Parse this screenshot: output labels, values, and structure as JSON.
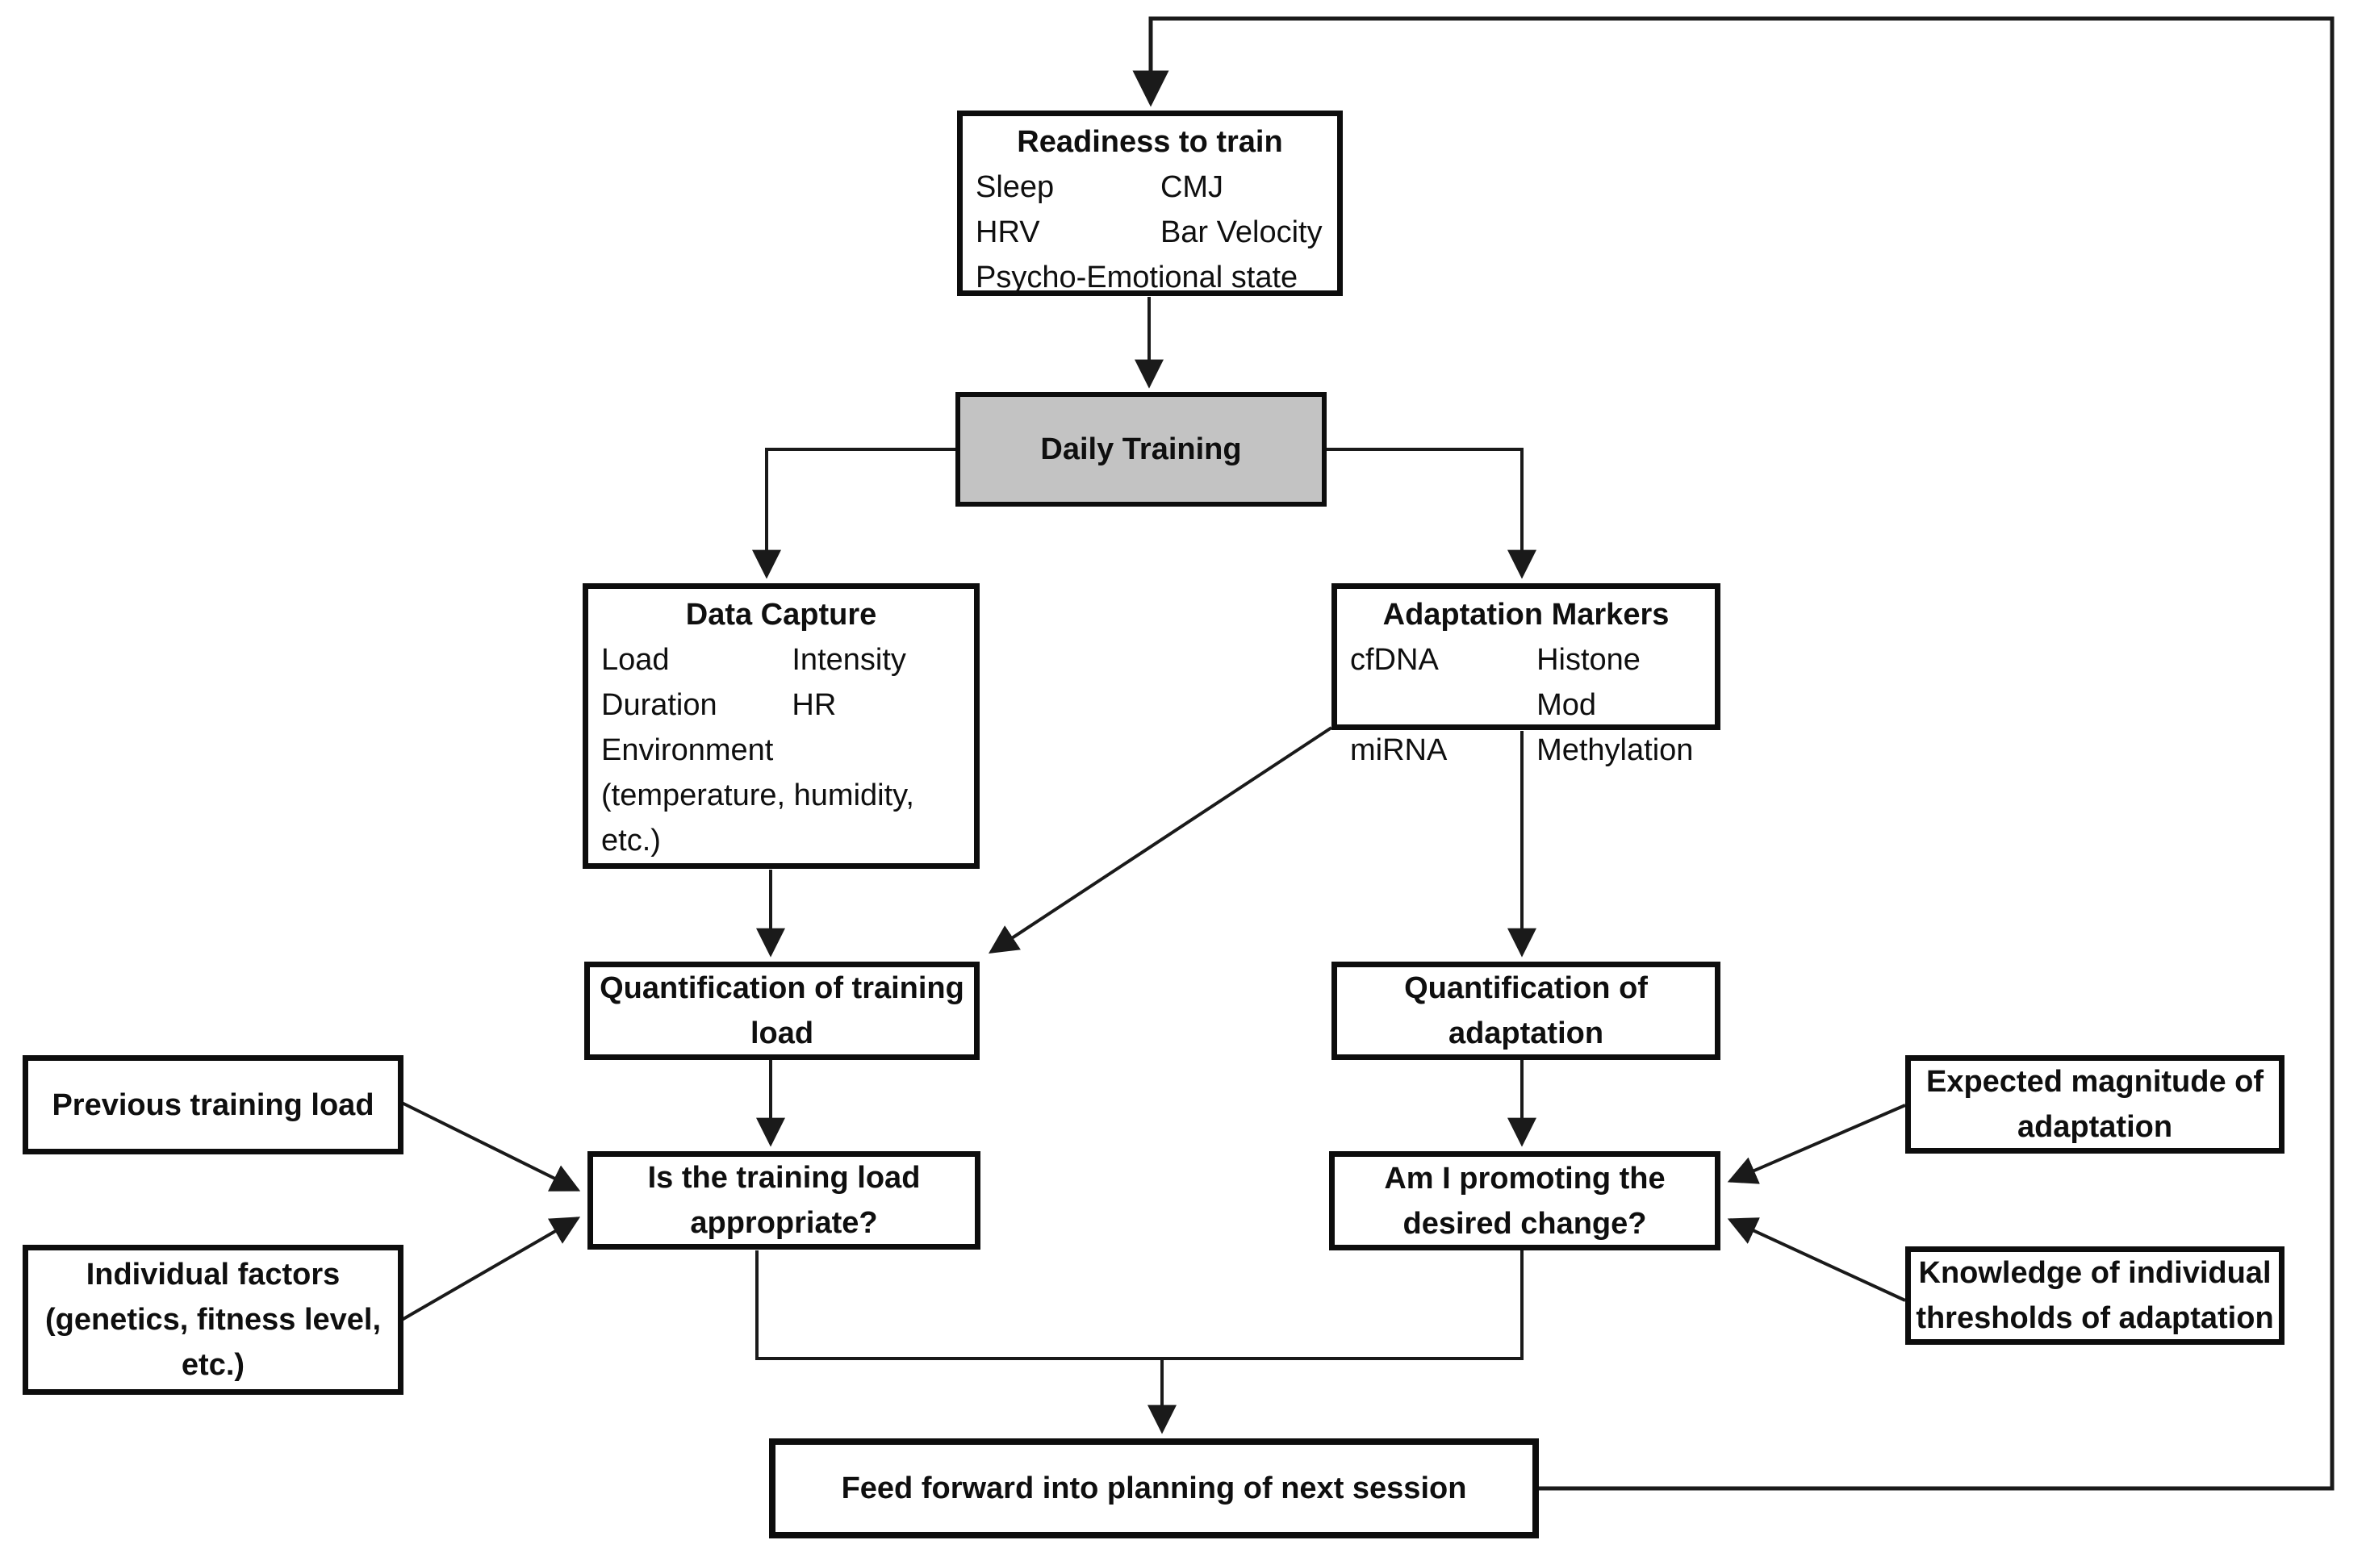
{
  "diagram": {
    "colors": {
      "background": "#ffffff",
      "line": "#1a1a1a",
      "box_border": "#0d0d0d",
      "daily_training_fill": "#c3c3c3",
      "text": "#0f0f0f"
    },
    "nodes": {
      "readiness": {
        "title": "Readiness to train",
        "pairs": [
          [
            "Sleep",
            "CMJ"
          ],
          [
            "HRV",
            "Bar Velocity"
          ]
        ],
        "extra": [
          "Psycho-Emotional state"
        ]
      },
      "daily_training": {
        "title": "Daily Training"
      },
      "data_capture": {
        "title": "Data Capture",
        "pairs": [
          [
            "Load",
            "Intensity"
          ],
          [
            "Duration",
            "HR"
          ]
        ],
        "extra": [
          "Environment",
          "(temperature, humidity,",
          "etc.)"
        ]
      },
      "adaptation_markers": {
        "title": "Adaptation Markers",
        "pairs": [
          [
            "cfDNA",
            "Histone Mod"
          ],
          [
            "miRNA",
            "Methylation"
          ]
        ]
      },
      "quant_training_load": {
        "lines": [
          "Quantification of training",
          "load"
        ]
      },
      "quant_adaptation": {
        "lines": [
          "Quantification of",
          "adaptation"
        ]
      },
      "previous_training_load": {
        "lines": [
          "Previous training load"
        ]
      },
      "is_load_appropriate": {
        "lines": [
          "Is the training load",
          "appropriate?"
        ]
      },
      "individual_factors": {
        "lines": [
          "Individual factors",
          "(genetics, fitness level,",
          "etc.)"
        ]
      },
      "am_promoting": {
        "lines": [
          "Am I promoting the",
          "desired change?"
        ]
      },
      "expected_magnitude": {
        "lines": [
          "Expected magnitude of",
          "adaptation"
        ]
      },
      "knowledge_thresholds": {
        "lines": [
          "Knowledge of individual",
          "thresholds of adaptation"
        ]
      },
      "feed_forward": {
        "lines": [
          "Feed forward into planning of next session"
        ]
      }
    }
  }
}
